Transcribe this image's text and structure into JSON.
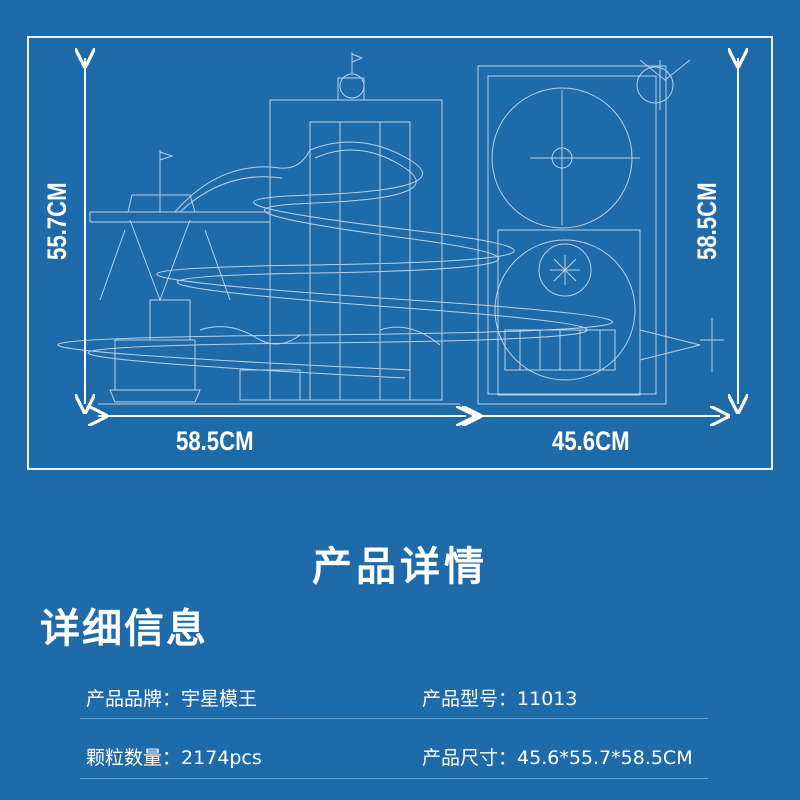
{
  "dimensions": {
    "left_width": "58.5CM",
    "right_width": "45.6CM",
    "left_height": "55.7CM",
    "right_height": "58.5CM"
  },
  "section_title": "产品详情",
  "sub_title": "详细信息",
  "specs": {
    "brand_label": "产品品牌：",
    "brand_value": "宇星模王",
    "model_label": "产品型号：",
    "model_value": "11013",
    "pieces_label": "颗粒数量：",
    "pieces_value": "2174pcs",
    "size_label": "产品尺寸：",
    "size_value": "45.6*55.7*58.5CM"
  },
  "colors": {
    "background": "#1f6aa9",
    "line": "#e8f2fb"
  }
}
